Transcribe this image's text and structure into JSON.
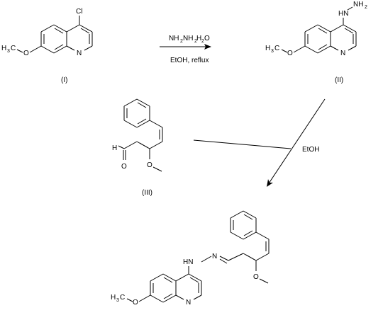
{
  "compounds": {
    "c1": {
      "id": "(I)",
      "cl": "Cl",
      "ome_h3c": "H",
      "ome_3": "3",
      "ome_c": "C",
      "ome_o": "O",
      "ring_n": "N"
    },
    "c2": {
      "id": "(II)",
      "nh_hn": "HN",
      "nh2_n": "NH",
      "nh2_2": "2",
      "ome_h3c": "H",
      "ome_3": "3",
      "ome_c": "C",
      "ome_o": "O",
      "ring_n": "N"
    },
    "c3": {
      "id": "(III)",
      "h": "H",
      "o_carbonyl": "O",
      "ome_o": "O"
    },
    "product": {
      "hn": "HN",
      "n": "N",
      "ome_o_naph": "O",
      "ome_h3c": "H",
      "ome_3": "3",
      "ome_c": "C",
      "ome_o": "O",
      "ring_n": "N"
    }
  },
  "conditions": {
    "step1_reagent": {
      "nh": "NH",
      "nh_2": "2",
      "nh2": "NH",
      "nh2_2": "2",
      "h": "H",
      "h_2": "2",
      "o": "O"
    },
    "step1_solvent": "EtOH, reflux",
    "step2_solvent": "EtOH"
  }
}
